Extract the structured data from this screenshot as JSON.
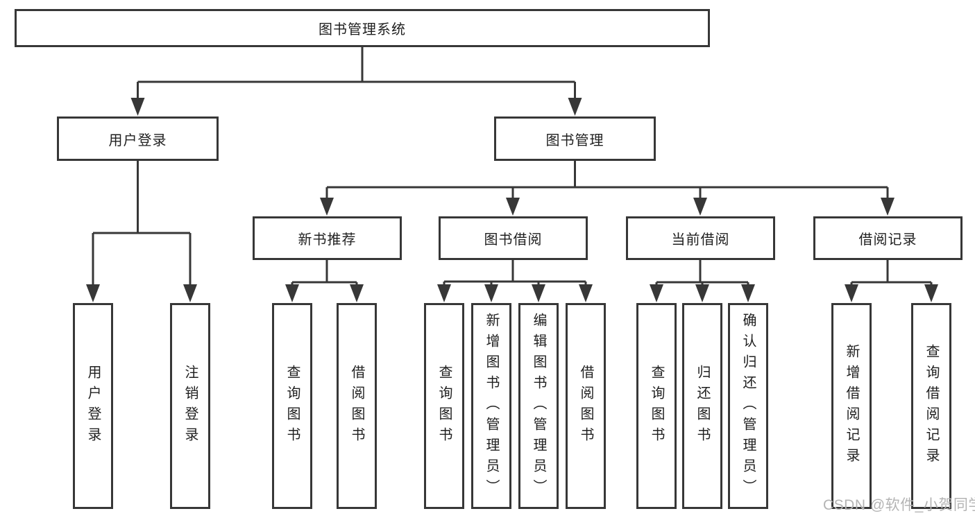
{
  "diagram": {
    "root": {
      "label": "图书管理系统"
    },
    "level2": [
      {
        "label": "用户登录"
      },
      {
        "label": "图书管理"
      }
    ],
    "level3": [
      {
        "label": "新书推荐"
      },
      {
        "label": "图书借阅"
      },
      {
        "label": "当前借阅"
      },
      {
        "label": "借阅记录"
      }
    ],
    "leaves": [
      {
        "group": "用户登录",
        "label": "用户登录"
      },
      {
        "group": "用户登录",
        "label": "注销登录"
      },
      {
        "group": "新书推荐",
        "label": "查询图书"
      },
      {
        "group": "新书推荐",
        "label": "借阅图书"
      },
      {
        "group": "图书借阅",
        "label": "查询图书"
      },
      {
        "group": "图书借阅",
        "label": "新增图书（管理员）"
      },
      {
        "group": "图书借阅",
        "label": "编辑图书（管理员）"
      },
      {
        "group": "图书借阅",
        "label": "借阅图书"
      },
      {
        "group": "当前借阅",
        "label": "查询图书"
      },
      {
        "group": "当前借阅",
        "label": "归还图书"
      },
      {
        "group": "当前借阅",
        "label": "确认归还（管理员）"
      },
      {
        "group": "借阅记录",
        "label": "新增借阅记录"
      },
      {
        "group": "借阅记录",
        "label": "查询借阅记录"
      }
    ]
  },
  "watermark": {
    "text": "CSDN @软件_小贺同学"
  },
  "colors": {
    "line": "#373737",
    "text": "#1f1f1f",
    "watermark": "#b4b4b4",
    "background": "#ffffff"
  }
}
